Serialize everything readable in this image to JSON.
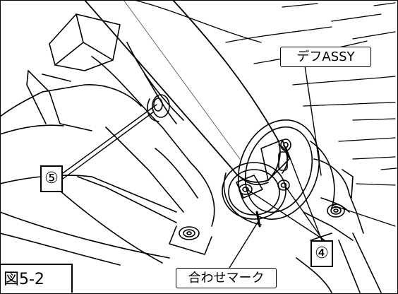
{
  "figure": {
    "label": "図5-2"
  },
  "callouts": {
    "diff_assy": "デフASSY",
    "bolt_5": "⑤",
    "bolt_4": "④",
    "alignment_mark": "合わせマーク"
  }
}
